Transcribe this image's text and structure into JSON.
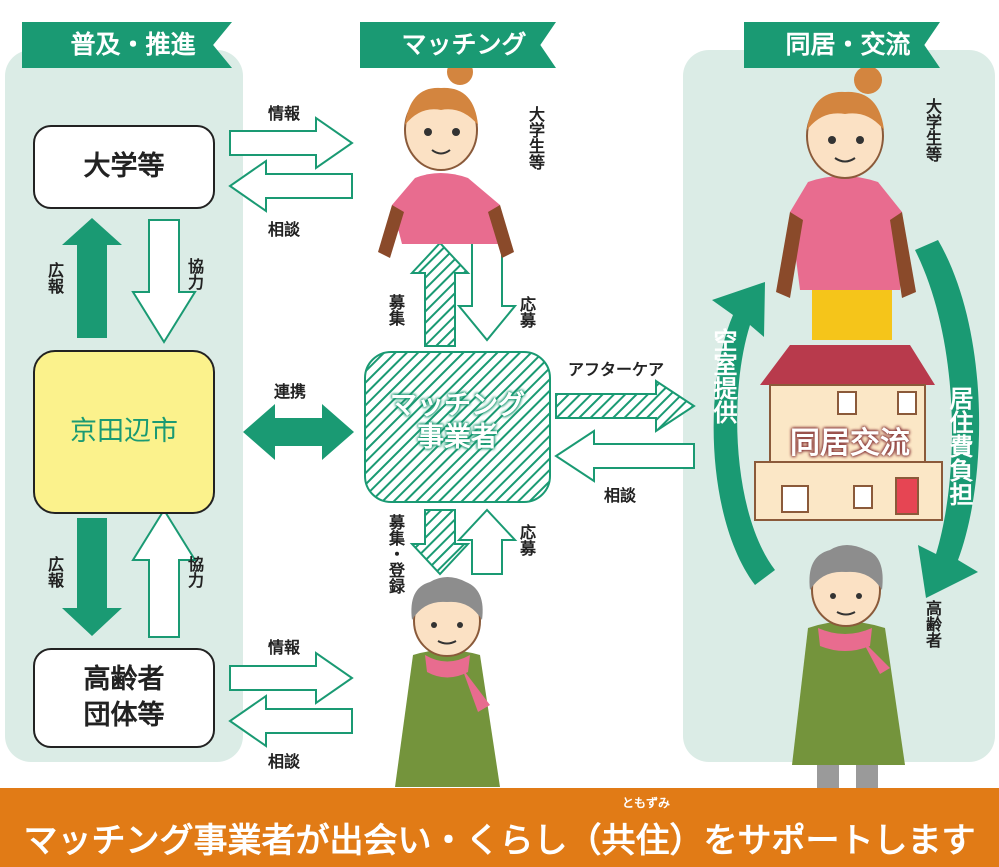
{
  "headers": {
    "left": "普及・推進",
    "center": "マッチング",
    "right": "同居・交流"
  },
  "boxes": {
    "university": "大学等",
    "city": "京田辺市",
    "elderly_group_line1": "高齢者",
    "elderly_group_line2": "団体等",
    "matching_line1": "マッチング",
    "matching_line2": "事業者"
  },
  "labels": {
    "info_top": "情報",
    "consult_top": "相談",
    "pr_top": "広報",
    "coop_top": "協力",
    "partner": "連携",
    "pr_bottom": "広報",
    "coop_bottom": "協力",
    "info_bottom": "情報",
    "consult_bottom": "相談",
    "recruit_top": "募集",
    "apply_top": "応募",
    "recruit_bottom": "募集・登録",
    "apply_bottom": "応募",
    "aftercare": "アフターケア",
    "consult_right": "相談",
    "student_center": "大学生等",
    "student_right": "大学生等",
    "elderly_right": "高齢者",
    "house": "同居交流",
    "vacant_room": "空室提供",
    "housing_cost": "居住費負担"
  },
  "banner": {
    "text": "マッチング事業者が出会い・くらし（共住）をサポートします",
    "ruby": "ともずみ"
  },
  "colors": {
    "green": "#1a9a73",
    "panel": "#dbece6",
    "city_fill": "#fbf28c",
    "banner": "#e17b16"
  }
}
